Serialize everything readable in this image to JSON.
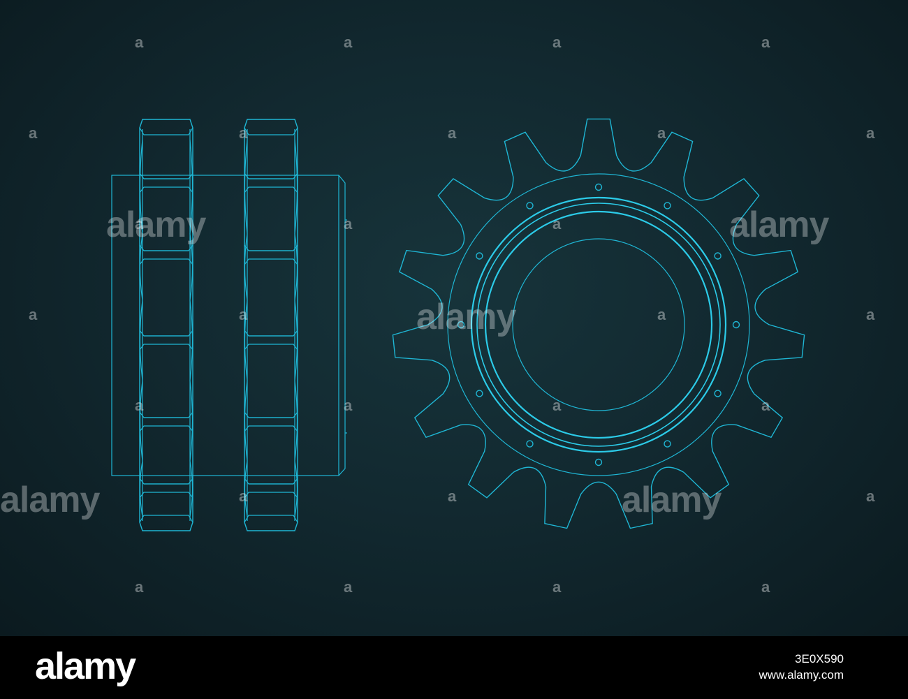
{
  "colors": {
    "line": "#1fb6d4",
    "line_bright": "#2ccbe8",
    "background": "#13292f",
    "footer": "#000000"
  },
  "watermark": {
    "text": "alamy",
    "icon": "a"
  },
  "footer": {
    "logo": "alamy",
    "image_id": "3E0X590",
    "site": "www.alamy.com"
  }
}
